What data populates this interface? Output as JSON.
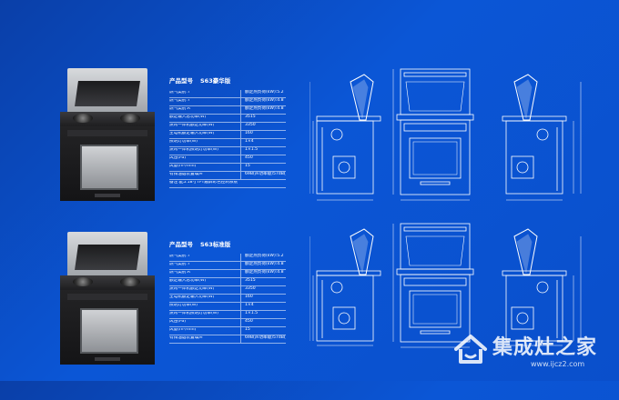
{
  "products": [
    {
      "model_label": "产品型号",
      "model": "S63豪华版",
      "specs": [
        {
          "k": "燃气类别:T",
          "v": "额定热负荷(kW):5.2"
        },
        {
          "k": "燃气类别:Y",
          "v": "额定热负荷(kW):4.8"
        },
        {
          "k": "燃气类别:R",
          "v": "额定热负荷(kW):4.8"
        },
        {
          "k": "额定输入总功率(W)",
          "v": "3515"
        },
        {
          "k": "蒸烤一体机额定功率(W)",
          "v": "3350"
        },
        {
          "k": "主电机额定输入功率(W)",
          "v": "160"
        },
        {
          "k": "照明灯功率(W)",
          "v": "1×4"
        },
        {
          "k": "蒸烤一体机照明灯功率(W)",
          "v": "1×1.5"
        },
        {
          "k": "风压(Pa)",
          "v": "450"
        },
        {
          "k": "风量(m³/min)",
          "v": "15"
        },
        {
          "k": "有排油烟装置噪声",
          "v": "69B(声功率级)57dB(声压级)"
        },
        {
          "full": "备注:配5.18寸TFT触屏彩色控制系统"
        }
      ]
    },
    {
      "model_label": "产品型号",
      "model": "S63标准版",
      "specs": [
        {
          "k": "燃气类别:T",
          "v": "额定热负荷(kW):5.2"
        },
        {
          "k": "燃气类别:Y",
          "v": "额定热负荷(kW):4.8"
        },
        {
          "k": "燃气类别:R",
          "v": "额定热负荷(kW):4.8"
        },
        {
          "k": "额定输入总功率(W)",
          "v": "3515"
        },
        {
          "k": "蒸烤一体机额定功率(W)",
          "v": "3350"
        },
        {
          "k": "主电机额定输入功率(W)",
          "v": "160"
        },
        {
          "k": "照明灯功率(W)",
          "v": "1×4"
        },
        {
          "k": "蒸烤一体机照明灯功率(W)",
          "v": "1×1.5"
        },
        {
          "k": "风压(Pa)",
          "v": "450"
        },
        {
          "k": "风量(m³/min)",
          "v": "15"
        },
        {
          "k": "有排油烟装置噪声",
          "v": "69B(声功率级)57dB(声压级)"
        }
      ]
    }
  ],
  "watermark": {
    "name": "集成灶之家",
    "url": "www.ijcz2.com"
  }
}
